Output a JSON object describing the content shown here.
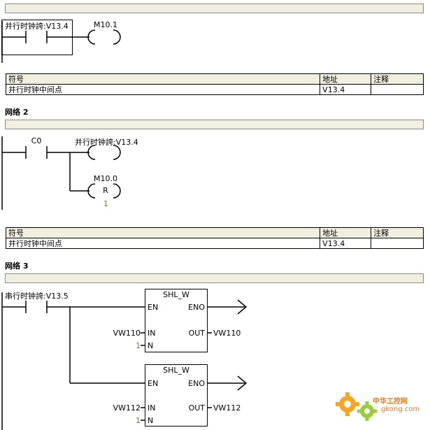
{
  "network1": {
    "contact_label": "并行时钟誇:V13.4",
    "coil_label": "M10.1",
    "symbol_table": {
      "headers": [
        "符号",
        "地址",
        "注释"
      ],
      "row": [
        "并行时钟中间点",
        "V13.4",
        ""
      ]
    }
  },
  "network2": {
    "title": "网络 2",
    "contact_label": "C0",
    "coil1_label": "并行时钟誇:V13.4",
    "coil2_label": "M10.0",
    "coil2_type": "R",
    "coil2_count": "1",
    "symbol_table": {
      "headers": [
        "符号",
        "地址",
        "注释"
      ],
      "row": [
        "并行时钟中间点",
        "V13.4",
        ""
      ]
    }
  },
  "network3": {
    "title": "网络 3",
    "contact_label": "串行时钟誇:V13.5",
    "block1": {
      "name": "SHL_W",
      "en": "EN",
      "eno": "ENO",
      "in_pin": "IN",
      "out_pin": "OUT",
      "n_pin": "N",
      "in_value": "VW110",
      "out_value": "VW110",
      "n_value": "1"
    },
    "block2": {
      "name": "SHL_W",
      "en": "EN",
      "eno": "ENO",
      "in_pin": "IN",
      "out_pin": "OUT",
      "n_pin": "N",
      "in_value": "VW112",
      "out_value": "VW112",
      "n_value": "1"
    }
  },
  "watermark": {
    "text_cn": "中华工控网",
    "text_url": "gkong.com"
  }
}
